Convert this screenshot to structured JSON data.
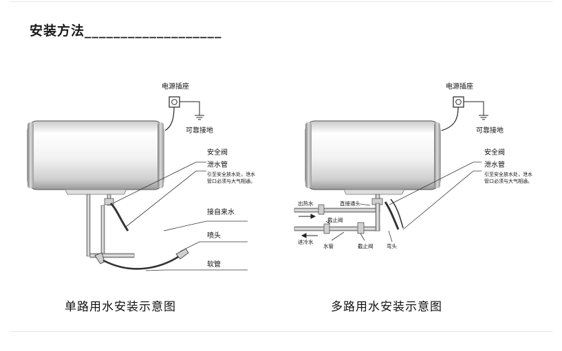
{
  "header": {
    "title": "安装方法",
    "underline": "___________________"
  },
  "single": {
    "caption": "单路用水安装示意图",
    "labels": {
      "socket": "电源插座",
      "ground": "可靠接地",
      "safety_valve": "安全阀",
      "drain_pipe": "泄水管",
      "drain_note_1": "引至安全放水处，泄水",
      "drain_note_2": "管口必须与大气相通。",
      "inlet": "接自来水",
      "shower_head": "喷头",
      "hose": "软管"
    }
  },
  "multi": {
    "caption": "多路用水安装示意图",
    "labels": {
      "socket": "电源插座",
      "ground": "可靠接地",
      "safety_valve": "安全阀",
      "drain_pipe": "泄水管",
      "drain_note_1": "引至安全放水处，泄水",
      "drain_note_2": "管口必须与大气相通。",
      "hot_out": "出热水",
      "straight_coupling": "直接通头",
      "stop_valve_top": "截止阀",
      "cold_in": "进冷水",
      "water_pipe": "水管",
      "stop_valve_bottom": "截止阀",
      "elbow": "弯头"
    }
  },
  "colors": {
    "line": "#222222",
    "tank_light": "#ffffff",
    "tank_mid": "#d4d4d4",
    "tank_dark": "#8a8a8a"
  }
}
